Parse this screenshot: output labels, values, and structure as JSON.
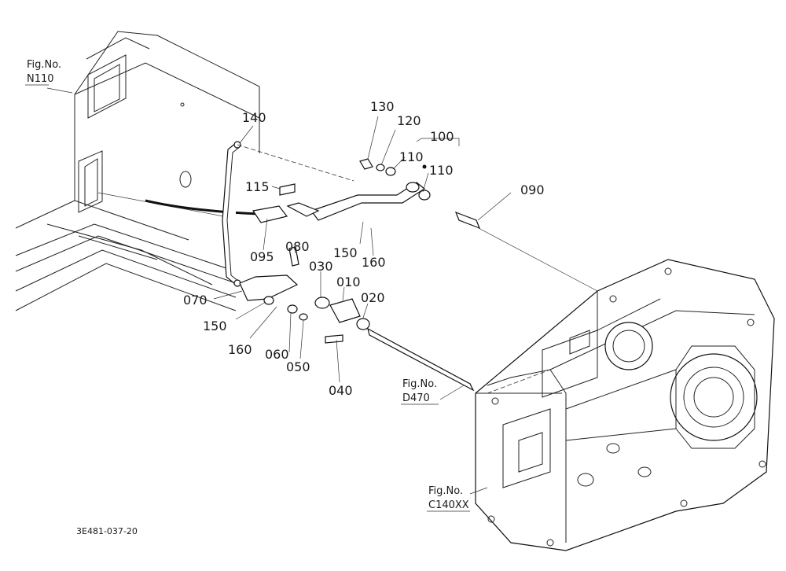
{
  "callouts": {
    "p010": "010",
    "p020": "020",
    "p030": "030",
    "p040": "040",
    "p050": "050",
    "p060": "060",
    "p070": "070",
    "p080": "080",
    "p090": "090",
    "p095": "095",
    "p100": "100",
    "p110a": "110",
    "p110b": "110",
    "p115": "115",
    "p120": "120",
    "p130": "130",
    "p140": "140",
    "p150a": "150",
    "p150b": "150",
    "p160a": "160",
    "p160b": "160"
  },
  "figure_refs": {
    "n110": {
      "label": "Fig.No.",
      "code": "N110"
    },
    "d470": {
      "label": "Fig.No.",
      "code": "D470"
    },
    "c140": {
      "label": "Fig.No.",
      "code": "C140XX"
    }
  },
  "drawing_code": "3E481-037-20"
}
